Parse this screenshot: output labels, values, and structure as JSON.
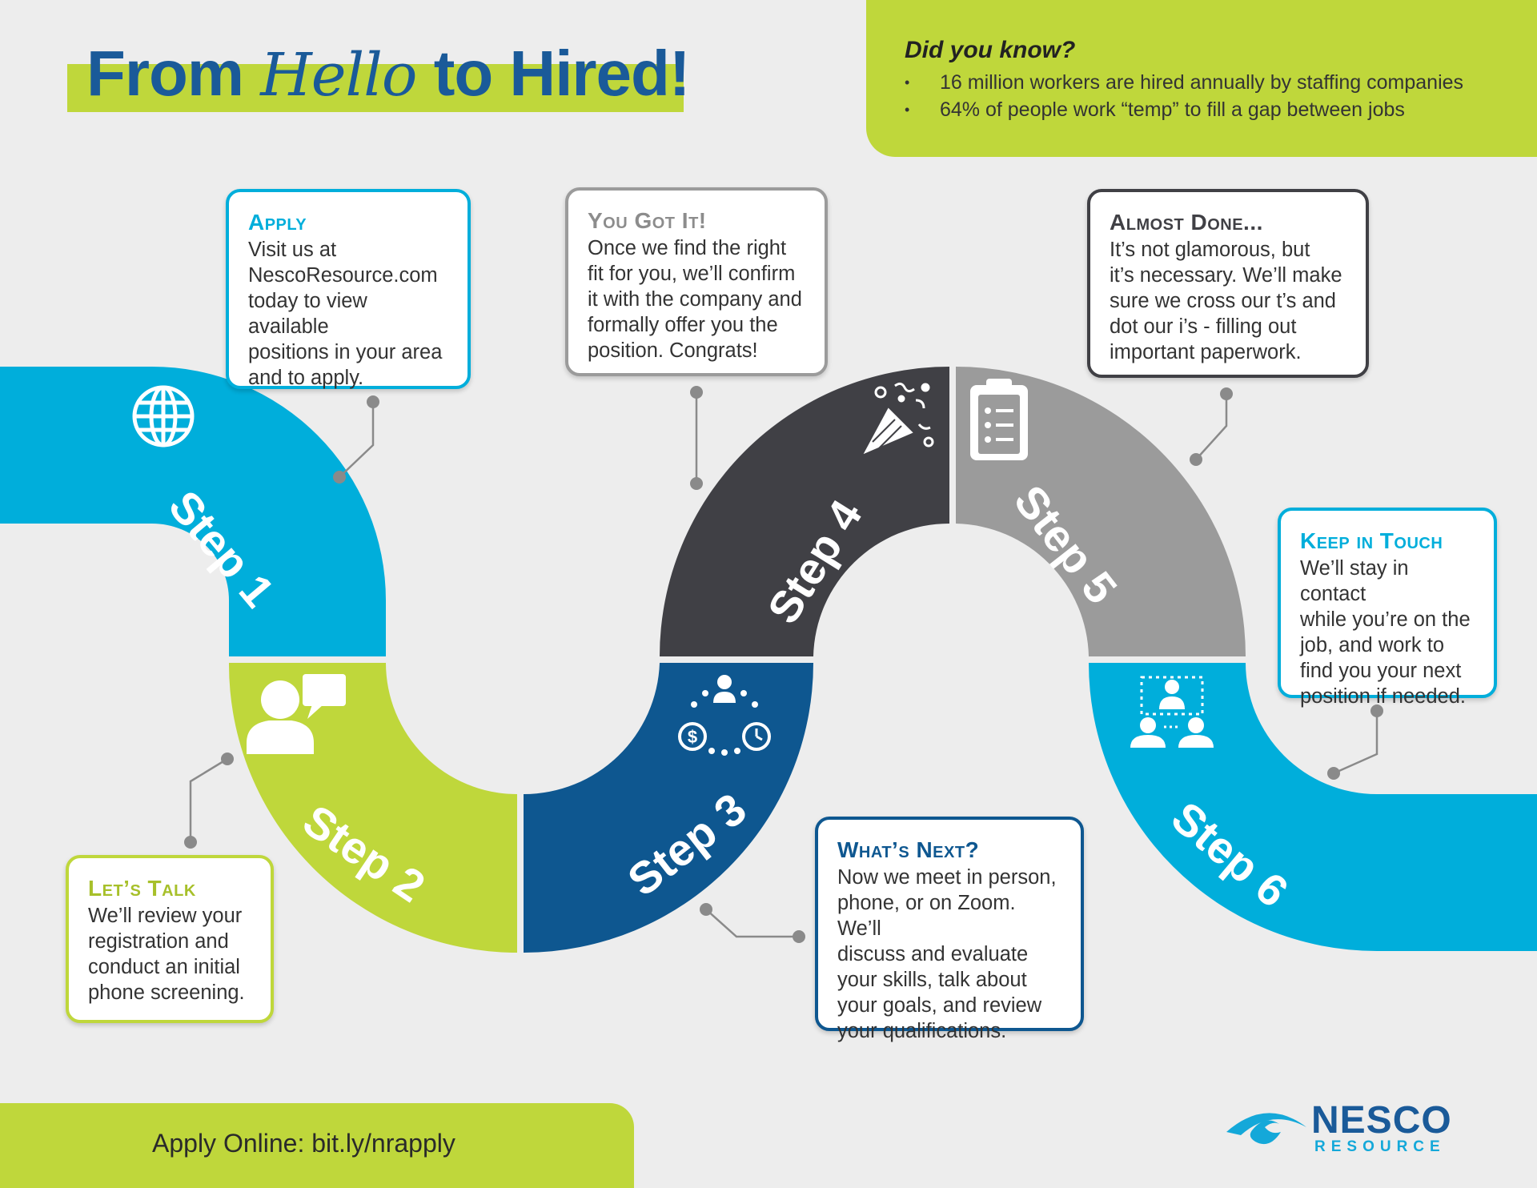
{
  "title": {
    "before": "From",
    "script": "Hello",
    "after": "to Hired!"
  },
  "did_you_know": {
    "heading": "Did you know?",
    "bullets": [
      "16 million workers are hired annually by staffing companies",
      "64% of people work “temp” to fill a gap between jobs"
    ]
  },
  "steps": [
    {
      "label": "Step 1",
      "icon": "globe-icon",
      "color": "#00AEDB",
      "title": "Apply",
      "lines": [
        "Visit us at",
        "NescoResource.com",
        "today to view available",
        "positions in your area",
        "and to apply."
      ]
    },
    {
      "label": "Step 2",
      "icon": "chat-person-icon",
      "color": "#BFD73B",
      "title": "Let’s Talk",
      "lines": [
        "We’ll review your",
        "registration and",
        "conduct an initial",
        "phone screening."
      ]
    },
    {
      "label": "Step 3",
      "icon": "interview-cycle-icon",
      "color": "#0E5790",
      "title": "What’s Next?",
      "lines": [
        "Now we meet in person,",
        "phone, or on Zoom. We’ll",
        "discuss and evaluate",
        "your skills, talk about",
        "your goals, and review",
        "your qualifications."
      ]
    },
    {
      "label": "Step 4",
      "icon": "party-popper-icon",
      "color": "#404045",
      "title": "You Got It!",
      "lines": [
        "Once we find the right",
        "fit for you, we’ll confirm",
        "it with the company and",
        "formally offer you the",
        "position. Congrats!"
      ]
    },
    {
      "label": "Step 5",
      "icon": "clipboard-icon",
      "color": "#9B9B9B",
      "title": "Almost Done...",
      "lines": [
        "It’s not glamorous, but",
        "it’s necessary. We’ll make",
        "sure we cross our t’s and",
        "dot our i’s - filling out",
        "important paperwork."
      ]
    },
    {
      "label": "Step 6",
      "icon": "team-network-icon",
      "color": "#00AEDB",
      "title": "Keep in Touch",
      "lines": [
        "We’ll stay in contact",
        "while you’re on the",
        "job, and work to",
        "find you your next",
        "position if needed."
      ]
    }
  ],
  "footer": {
    "apply_online": "Apply Online: bit.ly/nrapply"
  },
  "logo": {
    "name": "NESCO",
    "sub": "RESOURCE",
    "color": "#1A5A99",
    "accent": "#14A8D9"
  },
  "colors": {
    "background": "#EDEDED",
    "lime": "#BFD73B",
    "blue": "#00AEDB",
    "navy": "#0E5790",
    "charcoal": "#404045",
    "gray": "#9B9B9B",
    "title_blue": "#1A5A99"
  }
}
